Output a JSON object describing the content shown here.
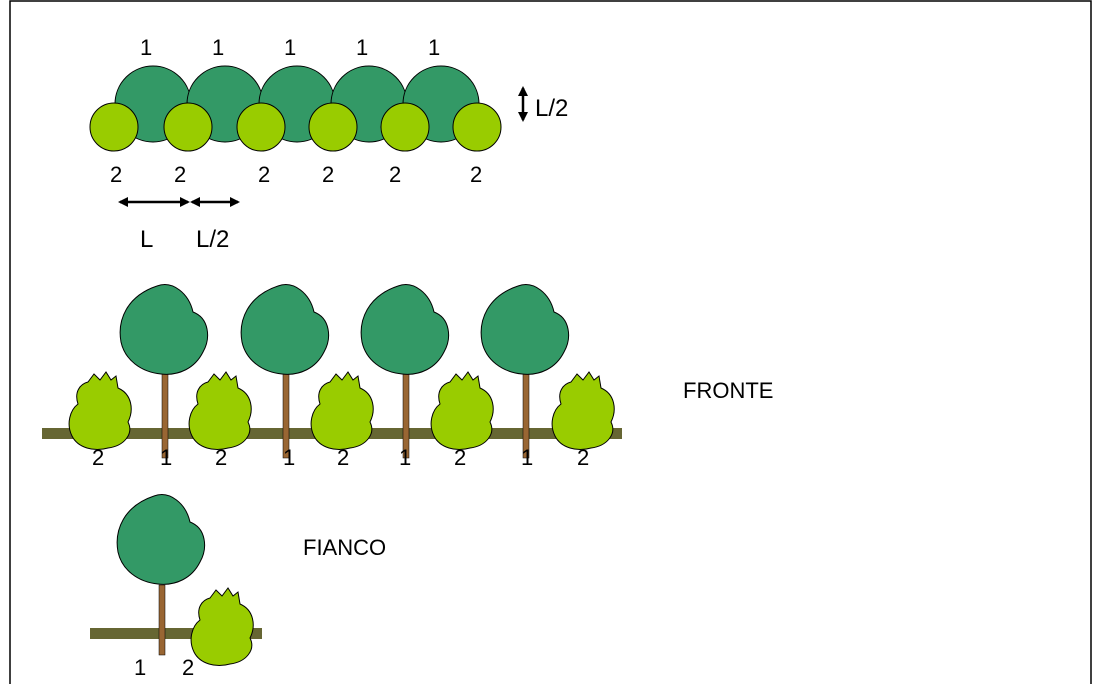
{
  "plan_view": {
    "large_tree_labels": [
      "1",
      "1",
      "1",
      "1",
      "1"
    ],
    "small_tree_labels": [
      "2",
      "2",
      "2",
      "2",
      "2",
      "2"
    ],
    "height_label": "L/2",
    "spacing_label": "L",
    "half_spacing_label": "L/2"
  },
  "front_view": {
    "title": "FRONTE",
    "ground_labels": [
      "2",
      "1",
      "2",
      "1",
      "2",
      "1",
      "2",
      "1",
      "2"
    ]
  },
  "side_view": {
    "title": "FIANCO",
    "ground_labels": [
      "1",
      "2"
    ]
  },
  "colors": {
    "large_crown": "#339966",
    "small_crown": "#99cc00",
    "trunk": "#996633",
    "ground": "#666633",
    "outline": "#000000"
  }
}
